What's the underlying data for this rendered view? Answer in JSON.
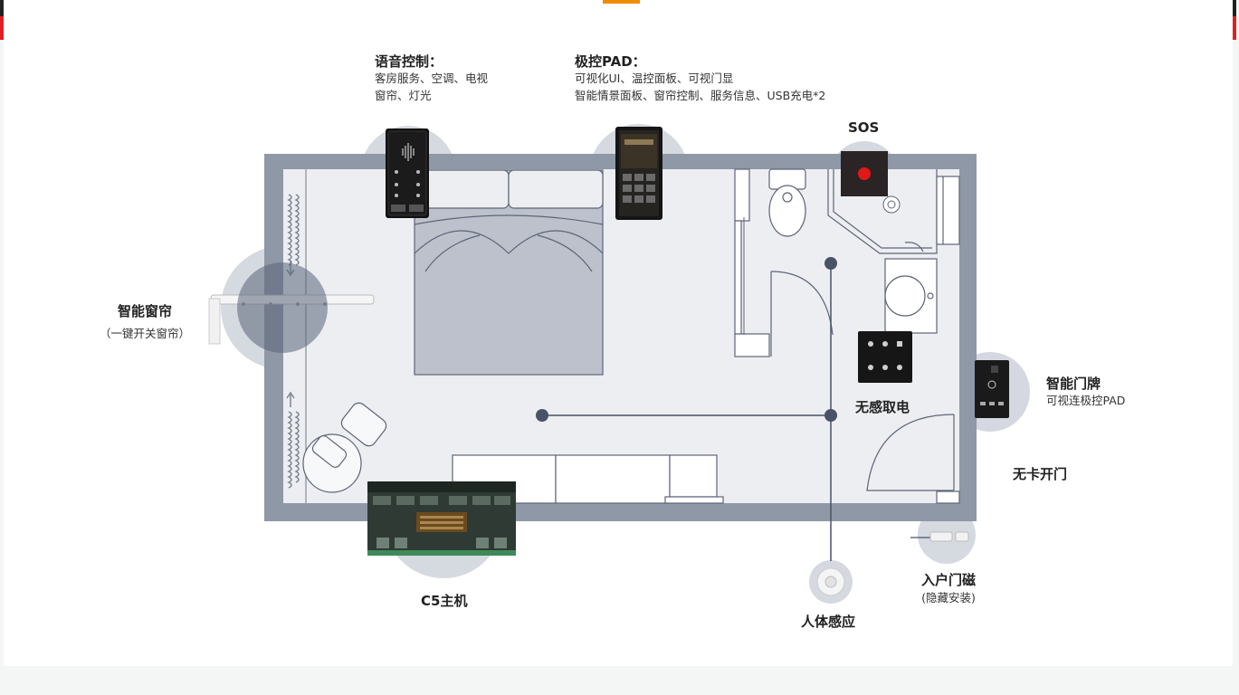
{
  "colors": {
    "accent": "#f08c00",
    "wall": "#8f98a6",
    "floor": "#eceef1",
    "line": "#4a5266",
    "halo": "#9aa4b4"
  },
  "labels": {
    "voice": {
      "title": "语音控制：",
      "line1": "客房服务、空调、电视",
      "line2": "窗帘、灯光"
    },
    "pad": {
      "title": "极控PAD：",
      "line1": "可视化UI、温控面板、可视门显",
      "line2": "智能情景面板、窗帘控制、服务信息、USB充电*2"
    },
    "sos": {
      "title": "SOS"
    },
    "curtain": {
      "title": "智能窗帘",
      "sub": "（一键开关窗帘）"
    },
    "power": {
      "title": "无感取电"
    },
    "doorplate": {
      "title": "智能门牌",
      "sub": "可视连极控PAD"
    },
    "cardless": {
      "title": "无卡开门"
    },
    "host": {
      "title": "C5主机"
    },
    "body_sensor": {
      "title": "人体感应"
    },
    "door_magnet": {
      "title": "入户门磁",
      "sub": "(隐藏安装)"
    }
  },
  "icons": {
    "voice_panel": "voice-control-panel-icon",
    "pad_panel": "pad-panel-icon",
    "sos_button": "sos-button-icon",
    "curtain_rail": "curtain-rail-icon",
    "power_switch": "card-free-power-switch-icon",
    "doorplate": "smart-doorplate-icon",
    "host_board": "c5-host-board-icon",
    "body_sensor": "body-sensor-icon",
    "door_magnet": "door-magnet-icon"
  }
}
